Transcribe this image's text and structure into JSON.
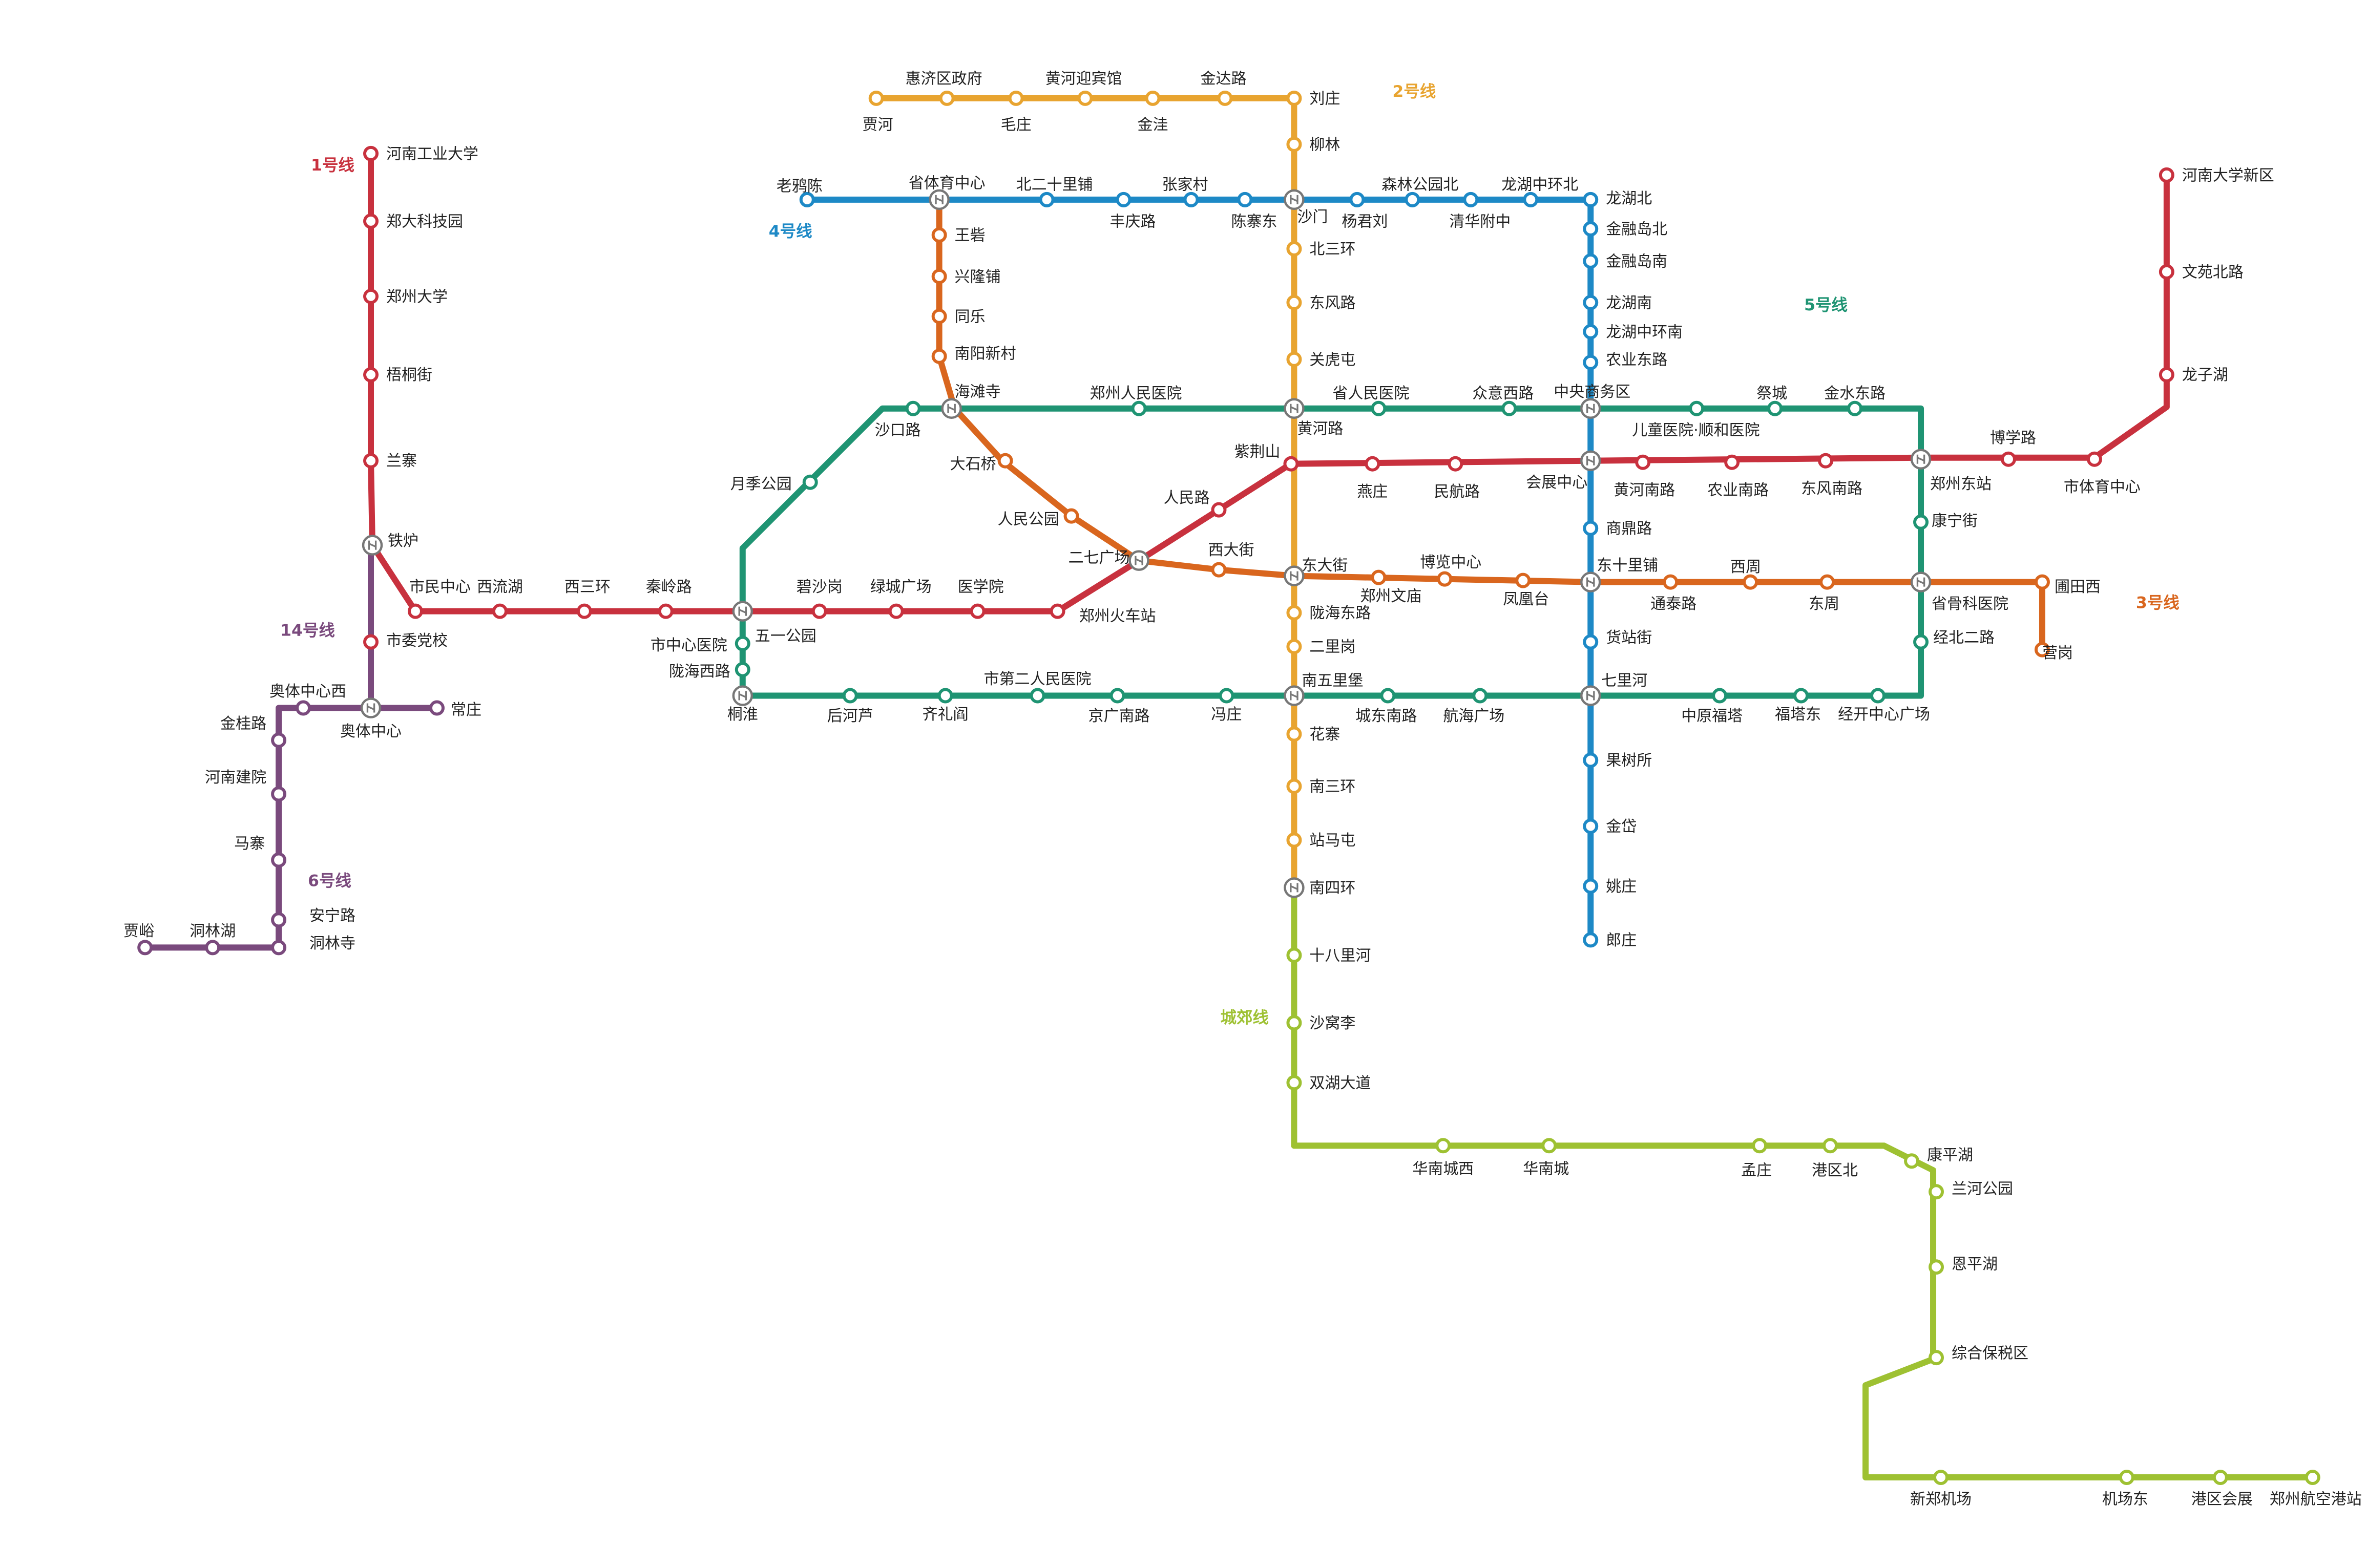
{
  "lines": [
    {
      "id": "L1",
      "name": "1号线",
      "color": "#c8313e"
    },
    {
      "id": "L2",
      "name": "2号线",
      "color": "#e8a430"
    },
    {
      "id": "L3",
      "name": "3号线",
      "color": "#d9661e"
    },
    {
      "id": "L4",
      "name": "4号线",
      "color": "#1d89c6"
    },
    {
      "id": "L5",
      "name": "5号线",
      "color": "#1f9473"
    },
    {
      "id": "L6",
      "name": "6号线",
      "color": "#7a4a7d"
    },
    {
      "id": "L14",
      "name": "14号线",
      "color": "#7a4a7d"
    },
    {
      "id": "LC",
      "name": "城郊线",
      "color": "#9ec132"
    }
  ],
  "stations": [
    {
      "name": "河南工业大学"
    },
    {
      "name": "郑大科技园"
    },
    {
      "name": "郑州大学"
    },
    {
      "name": "梧桐街"
    },
    {
      "name": "兰寨"
    },
    {
      "name": "铁炉"
    },
    {
      "name": "市民中心"
    },
    {
      "name": "西流湖"
    },
    {
      "name": "西三环"
    },
    {
      "name": "秦岭路"
    },
    {
      "name": "五一公园"
    },
    {
      "name": "碧沙岗"
    },
    {
      "name": "绿城广场"
    },
    {
      "name": "医学院"
    },
    {
      "name": "郑州火车站"
    },
    {
      "name": "二七广场"
    },
    {
      "name": "人民路"
    },
    {
      "name": "紫荆山"
    },
    {
      "name": "燕庄"
    },
    {
      "name": "民航路"
    },
    {
      "name": "会展中心"
    },
    {
      "name": "黄河南路"
    },
    {
      "name": "农业南路"
    },
    {
      "name": "东风南路"
    },
    {
      "name": "郑州东站"
    },
    {
      "name": "博学路"
    },
    {
      "name": "市体育中心"
    },
    {
      "name": "龙子湖"
    },
    {
      "name": "文苑北路"
    },
    {
      "name": "河南大学新区"
    },
    {
      "name": "贾河"
    },
    {
      "name": "惠济区政府"
    },
    {
      "name": "毛庄"
    },
    {
      "name": "黄河迎宾馆"
    },
    {
      "name": "金洼"
    },
    {
      "name": "金达路"
    },
    {
      "name": "刘庄"
    },
    {
      "name": "柳林"
    },
    {
      "name": "沙门"
    },
    {
      "name": "北三环"
    },
    {
      "name": "东风路"
    },
    {
      "name": "关虎屯"
    },
    {
      "name": "黄河路"
    },
    {
      "name": "东大街"
    },
    {
      "name": "陇海东路"
    },
    {
      "name": "二里岗"
    },
    {
      "name": "南五里堡"
    },
    {
      "name": "花寨"
    },
    {
      "name": "南三环"
    },
    {
      "name": "站马屯"
    },
    {
      "name": "南四环"
    },
    {
      "name": "十八里河"
    },
    {
      "name": "沙窝李"
    },
    {
      "name": "双湖大道"
    },
    {
      "name": "华南城西"
    },
    {
      "name": "华南城"
    },
    {
      "name": "孟庄"
    },
    {
      "name": "港区北"
    },
    {
      "name": "康平湖"
    },
    {
      "name": "兰河公园"
    },
    {
      "name": "恩平湖"
    },
    {
      "name": "综合保税区"
    },
    {
      "name": "新郑机场"
    },
    {
      "name": "机场东"
    },
    {
      "name": "港区会展"
    },
    {
      "name": "郑州航空港站"
    },
    {
      "name": "省体育中心"
    },
    {
      "name": "王砦"
    },
    {
      "name": "兴隆铺"
    },
    {
      "name": "同乐"
    },
    {
      "name": "南阳新村"
    },
    {
      "name": "海滩寺"
    },
    {
      "name": "大石桥"
    },
    {
      "name": "人民公园"
    },
    {
      "name": "西大街"
    },
    {
      "name": "博览中心"
    },
    {
      "name": "郑州文庙"
    },
    {
      "name": "凤凰台"
    },
    {
      "name": "东十里铺"
    },
    {
      "name": "通泰路"
    },
    {
      "name": "西周"
    },
    {
      "name": "东周"
    },
    {
      "name": "省骨科医院"
    },
    {
      "name": "圃田西"
    },
    {
      "name": "营岗"
    },
    {
      "name": "老鸦陈"
    },
    {
      "name": "北二十里铺"
    },
    {
      "name": "丰庆路"
    },
    {
      "name": "张家村"
    },
    {
      "name": "陈寨东"
    },
    {
      "name": "杨君刘"
    },
    {
      "name": "森林公园北"
    },
    {
      "name": "清华附中"
    },
    {
      "name": "龙湖中环北"
    },
    {
      "name": "龙湖北"
    },
    {
      "name": "金融岛北"
    },
    {
      "name": "金融岛南"
    },
    {
      "name": "龙湖南"
    },
    {
      "name": "龙湖中环南"
    },
    {
      "name": "农业东路"
    },
    {
      "name": "中央商务区"
    },
    {
      "name": "商鼎路"
    },
    {
      "name": "货站街"
    },
    {
      "name": "七里河"
    },
    {
      "name": "果树所"
    },
    {
      "name": "金岱"
    },
    {
      "name": "姚庄"
    },
    {
      "name": "郎庄"
    },
    {
      "name": "沙口路"
    },
    {
      "name": "郑州人民医院"
    },
    {
      "name": "省人民医院"
    },
    {
      "name": "众意西路"
    },
    {
      "name": "儿童医院·顺和医院"
    },
    {
      "name": "祭城"
    },
    {
      "name": "金水东路"
    },
    {
      "name": "康宁街"
    },
    {
      "name": "经北二路"
    },
    {
      "name": "经开中心广场"
    },
    {
      "name": "福塔东"
    },
    {
      "name": "中原福塔"
    },
    {
      "name": "航海广场"
    },
    {
      "name": "城东南路"
    },
    {
      "name": "冯庄"
    },
    {
      "name": "京广南路"
    },
    {
      "name": "市第二人民医院"
    },
    {
      "name": "齐礼阎"
    },
    {
      "name": "后河芦"
    },
    {
      "name": "桐淮"
    },
    {
      "name": "陇海西路"
    },
    {
      "name": "市中心医院"
    },
    {
      "name": "月季公园"
    },
    {
      "name": "市委党校"
    },
    {
      "name": "奥体中心"
    },
    {
      "name": "常庄"
    },
    {
      "name": "奥体中心西"
    },
    {
      "name": "金桂路"
    },
    {
      "name": "河南建院"
    },
    {
      "name": "马寨"
    },
    {
      "name": "安宁路"
    },
    {
      "name": "洞林寺"
    },
    {
      "name": "洞林湖"
    },
    {
      "name": "贾峪"
    }
  ]
}
